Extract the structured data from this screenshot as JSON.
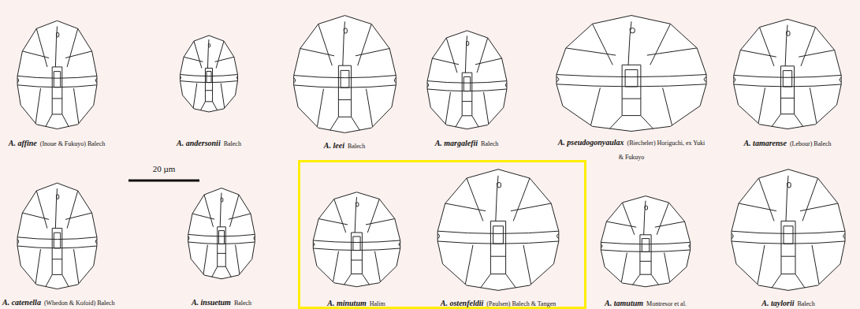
{
  "diagram": {
    "labels": [
      "A. affine",
      "(Inoue & Fukuyo) Balech",
      "A. andersonii",
      "Balech",
      "A. leei",
      "Balech",
      "A. margalefii",
      "Balech",
      "A. pseudogonyaulax",
      "(Biecheler) Horiguchi, ex Yuki & Fukuyo",
      "A. tamarense",
      "(Lebour) Balech",
      "A. catenella",
      "(Whedon & Kofoid) Balech",
      "A. insuetum",
      "Balech",
      "A. minutum",
      "Halim",
      "A. ostenfeldii",
      "(Paulsen) Balech & Tangen",
      "A. tamutum",
      "Montresor et al.",
      "A. taylorii",
      "Balech",
      "20 µm"
    ]
  }
}
